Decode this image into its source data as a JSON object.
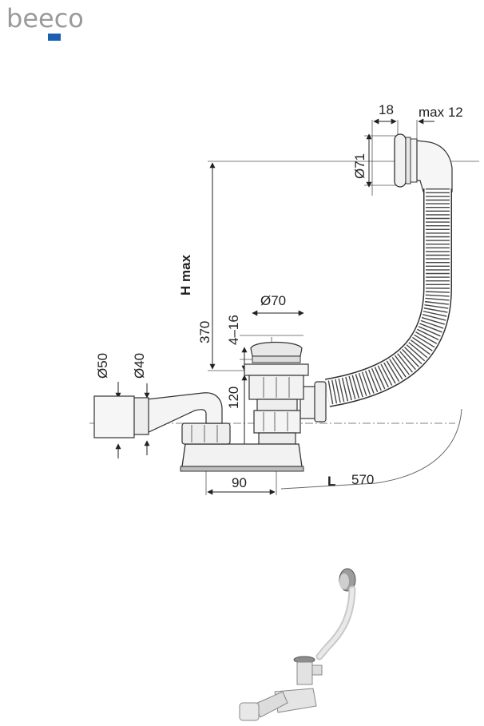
{
  "brand": {
    "wordmark": "beeco",
    "colors": {
      "text": "#9a9a9a",
      "accent": "#1a5fb4"
    }
  },
  "dimensions": {
    "hmax": "H max",
    "h370": "370",
    "d50": "Ø50",
    "d40": "Ø40",
    "r416": "4–16",
    "d70": "Ø70",
    "h120": "120",
    "w90": "90",
    "l": "L",
    "l570": "570",
    "w18": "18",
    "max12": "max 12",
    "d71": "Ø71"
  },
  "icons": {
    "product_photo": "bath-waste-overflow-photo-icon"
  }
}
